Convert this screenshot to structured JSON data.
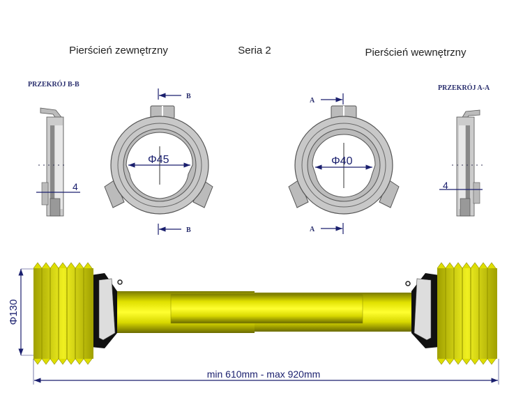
{
  "titles": {
    "outer_ring": "Pierścień zewnętrzny",
    "series": "Seria 2",
    "inner_ring": "Pierścień wewnętrzny"
  },
  "sections": {
    "b": "PRZEKRÓJ B-B",
    "a": "PRZEKRÓJ A-A",
    "b_mark": "B",
    "a_mark": "A"
  },
  "dimensions": {
    "outer_ring_diameter": "Φ45",
    "inner_ring_diameter": "Φ40",
    "section_b_width": "4",
    "section_a_width": "4",
    "guard_diameter": "Φ130",
    "length": "min 610mm - max 920mm"
  },
  "colors": {
    "dimension": "#1a1f6e",
    "guard": "#e8e800",
    "ring": "#c8c8c8"
  }
}
